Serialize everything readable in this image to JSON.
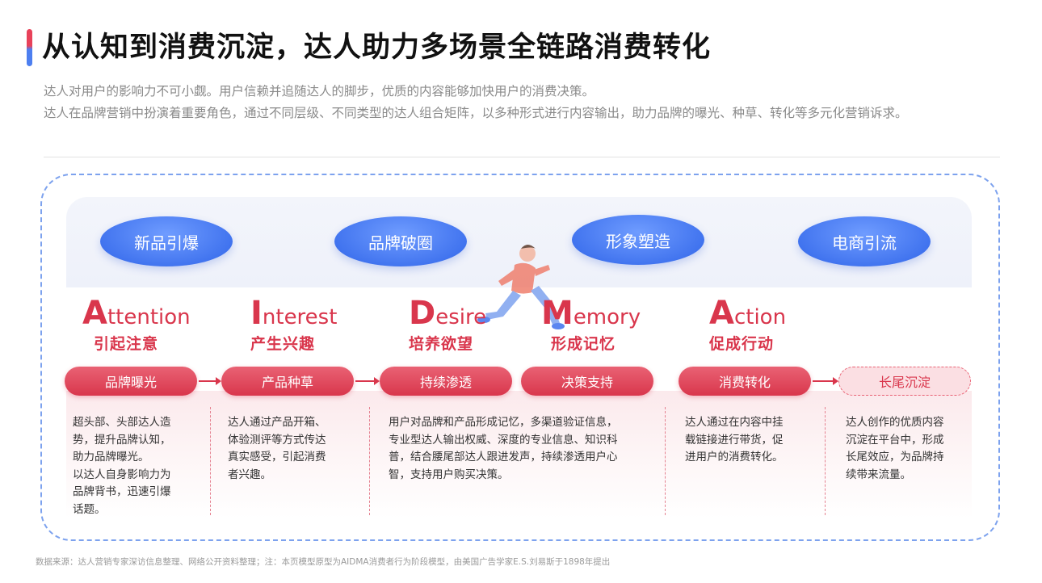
{
  "title": "从认知到消费沉淀，达人助力多场景全链路消费转化",
  "description": {
    "line1": "达人对用户的影响力不可小觑。用户信赖并追随达人的脚步，优质的内容能够加快用户的消费决策。",
    "line2": "达人在品牌营销中扮演着重要角色，通过不同层级、不同类型的达人组合矩阵，以多种形式进行内容输出，助力品牌的曝光、种草、转化等多元化营销诉求。"
  },
  "goals": [
    "新品引爆",
    "品牌破圈",
    "形象塑造",
    "电商引流"
  ],
  "stages": [
    {
      "initial": "A",
      "rest": "ttention",
      "cn": "引起注意"
    },
    {
      "initial": "I",
      "rest": "nterest",
      "cn": "产生兴趣"
    },
    {
      "initial": "D",
      "rest": "esire",
      "cn": "培养欲望"
    },
    {
      "initial": "M",
      "rest": "emory",
      "cn": "形成记忆"
    },
    {
      "initial": "A",
      "rest": "ction",
      "cn": "促成行动"
    }
  ],
  "steps": [
    "品牌曝光",
    "产品种草",
    "持续渗透",
    "决策支持",
    "消费转化",
    "长尾沉淀"
  ],
  "step_texts": [
    [
      "超头部、头部达人造",
      "势，提升品牌认知，",
      "助力品牌曝光。",
      "以达人自身影响力为",
      "品牌背书，迅速引爆",
      "话题。"
    ],
    [
      "达人通过产品开箱、",
      "体验测评等方式传达",
      "真实感受，引起消费",
      "者兴趣。"
    ],
    [
      "用户对品牌和产品形成记忆，多渠道验证信息，",
      "专业型达人输出权威、深度的专业信息、知识科",
      "普，结合腰尾部达人跟进发声，持续渗透用户心",
      "智，支持用户购买决策。"
    ],
    [
      "达人通过在内容中挂",
      "载链接进行带货，促",
      "进用户的消费转化。"
    ],
    [
      "达人创作的优质内容",
      "沉淀在平台中，形成",
      "长尾效应，为品牌持",
      "续带来流量。"
    ]
  ],
  "footnote": "数据来源：达人营销专家深访信息整理、网络公开资料整理；注：本页模型原型为AIDMA消费者行为阶段模型，由美国广告学家E.S.刘易斯于1898年提出",
  "colors": {
    "accent_red": "#d9364c",
    "accent_blue": "#3f72ee"
  }
}
